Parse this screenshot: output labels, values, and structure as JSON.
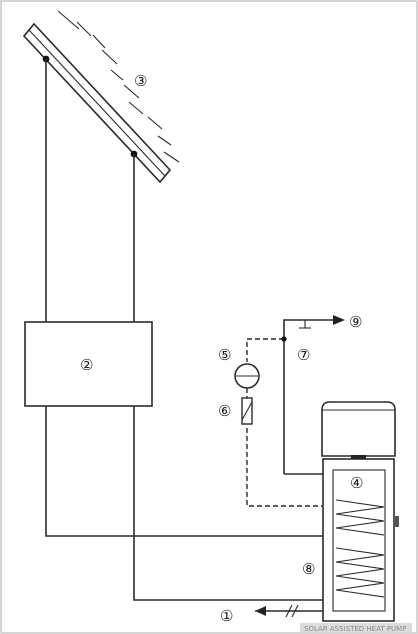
{
  "diagram": {
    "labels": {
      "mains_inlet": "①",
      "controller": "②",
      "solar_collector": "③",
      "heat_pump_unit": "④",
      "expansion_vessel": "⑤",
      "safety_valve": "⑥",
      "hot_water_line": "⑦",
      "storage_tank": "⑧",
      "hot_water_outlet": "⑨"
    },
    "footer_text": "SOLAR ASSISTED HEAT PUMP"
  }
}
